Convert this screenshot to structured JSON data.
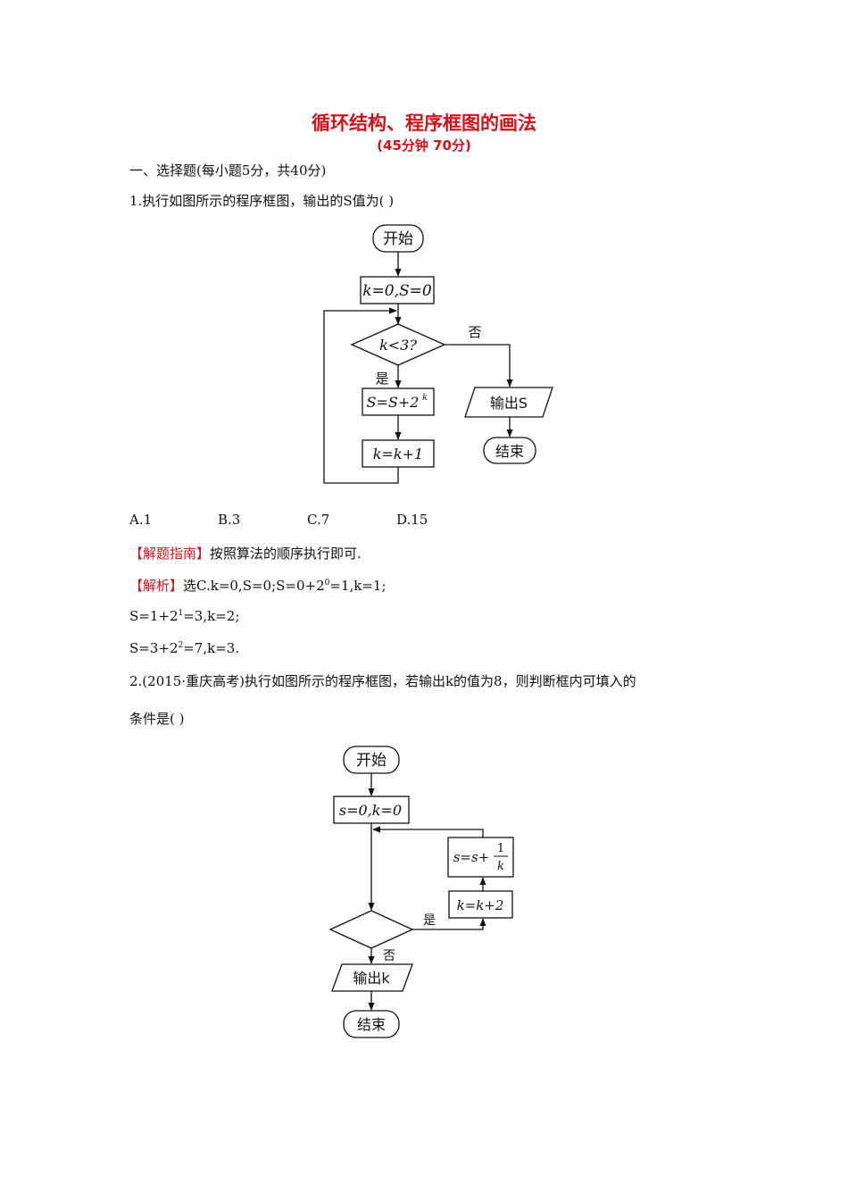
{
  "header": {
    "title": "循环结构、程序框图的画法",
    "subtitle": "(45分钟 70分)"
  },
  "section1": {
    "heading": "一、选择题(每小题5分，共40分)"
  },
  "q1": {
    "stem": "1.执行如图所示的程序框图，输出的S值为(     )",
    "flow": {
      "start": "开始",
      "init": "k=0,S=0",
      "cond": "k<3?",
      "yes": "是",
      "no": "否",
      "update_s": "S=S+2",
      "update_s_exp": "k",
      "update_k": "k=k+1",
      "output": "输出S",
      "end": "结束"
    },
    "options": [
      "A.1",
      "B.3",
      "C.7",
      "D.15"
    ],
    "guide_tag": "【解题指南】",
    "guide_text": "按照算法的顺序执行即可.",
    "analysis_tag": "【解析】",
    "analysis": [
      {
        "pre": "选C.k=0,S=0;S=0+2",
        "exp": "0",
        "post": "=1,k=1;"
      },
      {
        "pre": "S=1+2",
        "exp": "1",
        "post": "=3,k=2;"
      },
      {
        "pre": "S=3+2",
        "exp": "2",
        "post": "=7,k=3."
      }
    ]
  },
  "q2": {
    "stem_line1": "2.(2015·重庆高考)执行如图所示的程序框图，若输出k的值为8，则判断框内可填入的",
    "stem_line2": "条件是(     )",
    "flow": {
      "start": "开始",
      "init": "s=0,k=0",
      "update_s_left": "s=s+",
      "frac_num": "1",
      "frac_den": "k",
      "update_k": "k=k+2",
      "yes": "是",
      "no": "否",
      "output": "输出k",
      "end": "结束"
    }
  }
}
